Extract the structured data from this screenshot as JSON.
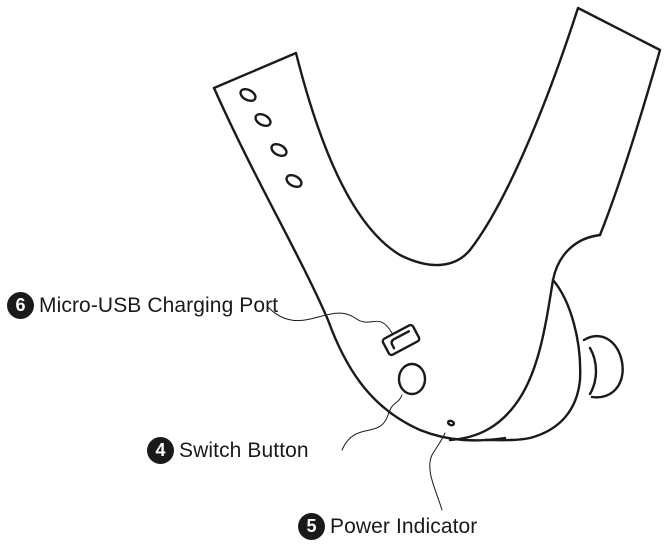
{
  "callouts": [
    {
      "number": "6",
      "label": "Micro-USB Charging Port"
    },
    {
      "number": "4",
      "label": "Switch Button"
    },
    {
      "number": "5",
      "label": "Power Indicator"
    }
  ],
  "colors": {
    "line": "#1a1a1a",
    "badge": "#1a1a1a",
    "badge_text": "#ffffff",
    "background": "#ffffff"
  }
}
